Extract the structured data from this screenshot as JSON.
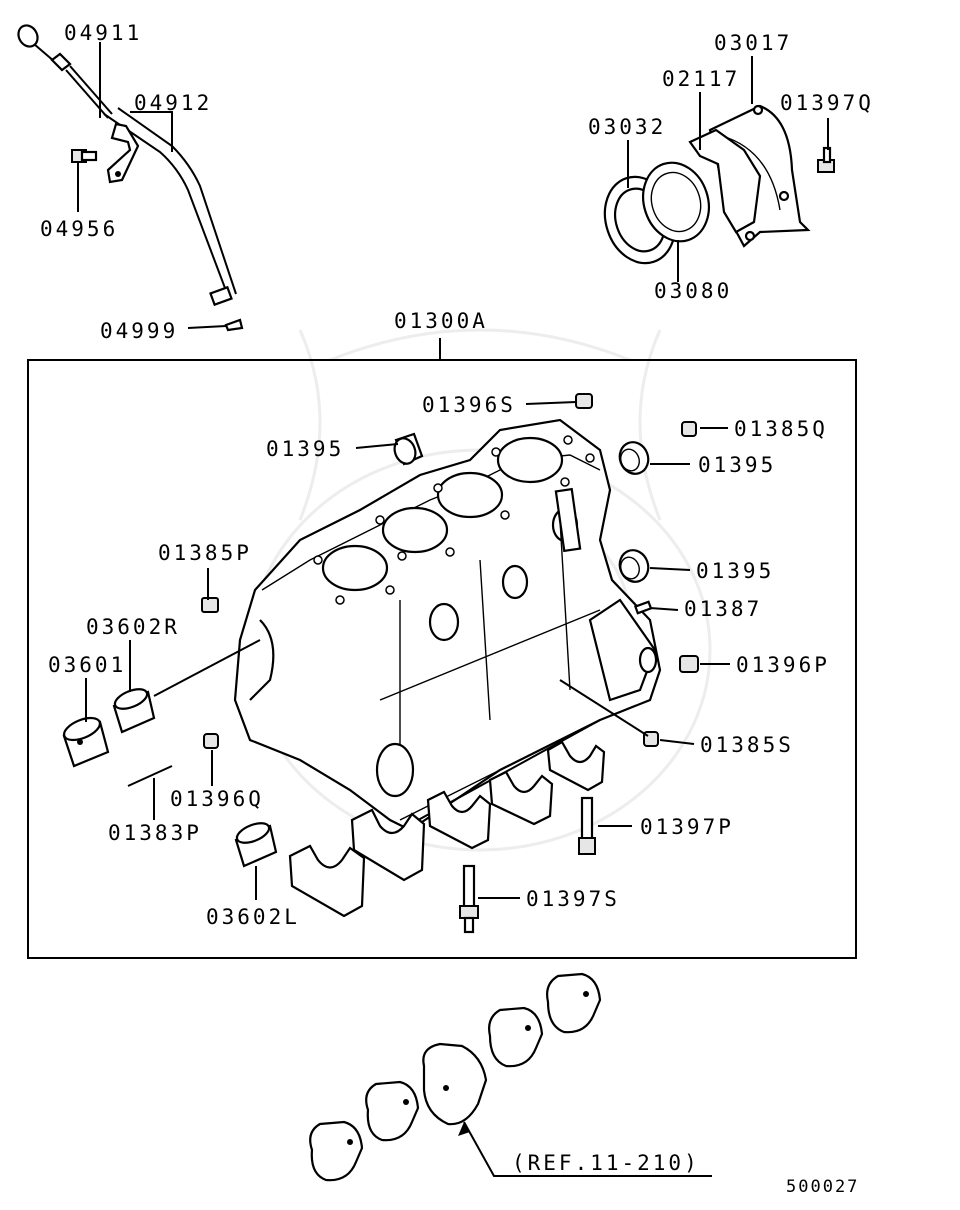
{
  "diagram_number": "500027",
  "labels": {
    "p04911": "04911",
    "p04912": "04912",
    "p04956": "04956",
    "p04999": "04999",
    "p03017": "03017",
    "p02117": "02117",
    "p01397Q": "01397Q",
    "p03032": "03032",
    "p03080": "03080",
    "p01300A": "01300A",
    "p01396S": "01396S",
    "p01385Q": "01385Q",
    "p01395a": "01395",
    "p01395b": "01395",
    "p01395c": "01395",
    "p01385P": "01385P",
    "p01387": "01387",
    "p03602R": "03602R",
    "p03601": "03601",
    "p01396P": "01396P",
    "p01385S": "01385S",
    "p01396Q": "01396Q",
    "p01383P": "01383P",
    "p01397P": "01397P",
    "p03602L": "03602L",
    "p01397S": "01397S"
  },
  "reference": "(REF.11-210)"
}
